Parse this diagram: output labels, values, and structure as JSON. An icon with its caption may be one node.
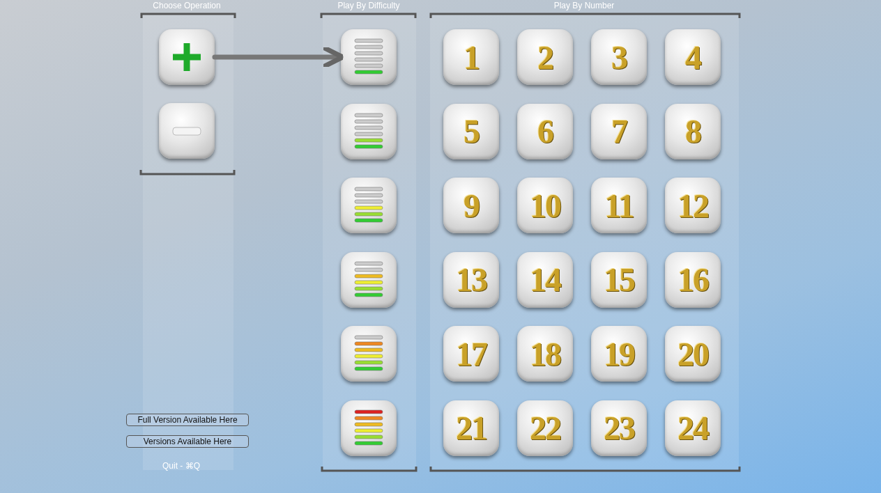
{
  "diagram": {
    "nodes": [
      {
        "text": [],
        "shape": "box"
      },
      {
        "text": [],
        "shape": "box"
      },
      {
        "text": [],
        "shape": "box"
      },
      {
        "text": [],
        "shape": "box"
      },
      {
        "text": [],
        "shape": "box"
      },
      {
        "text": [],
        "shape": "box"
      },
      {
        "text": [],
        "shape": "box"
      },
      {
        "text": [],
        "shape": "box"
      },
      {
        "text": [
          "1"
        ]
      },
      {
        "text": [
          "2"
        ]
      },
      {
        "text": [
          "3"
        ]
      },
      {
        "text": [
          "4"
        ]
      },
      {
        "text": [
          "5"
        ]
      },
      {
        "text": [
          "6"
        ]
      },
      {
        "text": [
          "7"
        ]
      },
      {
        "text": [
          "8"
        ]
      },
      {
        "text": [
          "9"
        ]
      },
      {
        "text": [
          "10"
        ]
      },
      {
        "text": [
          "11"
        ]
      },
      {
        "text": [
          "12"
        ]
      },
      {
        "text": [
          "13"
        ]
      },
      {
        "text": [
          "14"
        ]
      },
      {
        "text": [
          "15"
        ]
      },
      {
        "text": [
          "16"
        ]
      },
      {
        "text": [
          "17"
        ]
      },
      {
        "text": [
          "18"
        ]
      },
      {
        "text": [
          "19"
        ]
      },
      {
        "text": [
          "20"
        ]
      },
      {
        "text": [
          "21"
        ]
      },
      {
        "text": [
          "22"
        ]
      },
      {
        "text": [
          "23"
        ]
      },
      {
        "text": [
          "24"
        ]
      },
      {
        "text": [
          "Full Version Available Here"
        ]
      },
      {
        "text": [
          "Versions Available Here"
        ]
      }
    ],
    "edges": [
      {
        "from": 0,
        "to": 2,
        "arrow": "to"
      }
    ],
    "labels": [
      "Choose Operation",
      "Play By Difficulty",
      "Play By Number",
      "Quit -  ⌘Q"
    ]
  }
}
